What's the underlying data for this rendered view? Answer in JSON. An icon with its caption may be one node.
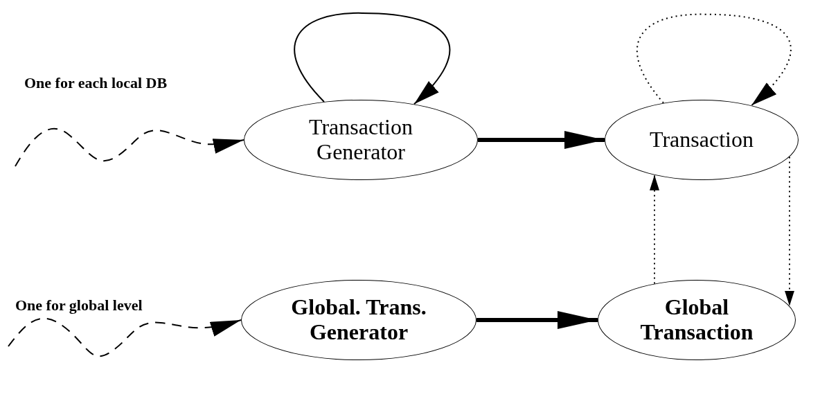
{
  "diagram": {
    "nodes": [
      {
        "text": [
          "Transaction Generator"
        ]
      },
      {
        "text": [
          "Transaction"
        ]
      },
      {
        "text": [
          "Global. Trans. Generator"
        ]
      },
      {
        "text": [
          "Global Transaction"
        ]
      }
    ],
    "edges": [
      {
        "from": 0,
        "to": 0,
        "arrow": "to"
      },
      {
        "from": 0,
        "to": 1,
        "arrow": "to",
        "style": "thick"
      },
      {
        "from": 1,
        "to": 1,
        "arrow": "to",
        "style": "dashed"
      },
      {
        "from": 3,
        "to": 1,
        "arrow": "to",
        "style": "dashed"
      },
      {
        "from": 1,
        "to": 3,
        "arrow": "to",
        "style": "dashed"
      },
      {
        "from": 2,
        "to": 3,
        "arrow": "to",
        "style": "thick"
      },
      {
        "from": null,
        "to": 0,
        "arrow": "to",
        "style": "dashed"
      },
      {
        "from": null,
        "to": 2,
        "arrow": "to",
        "style": "dashed"
      }
    ],
    "labels": [
      "One for each local DB",
      "One for global level"
    ]
  }
}
